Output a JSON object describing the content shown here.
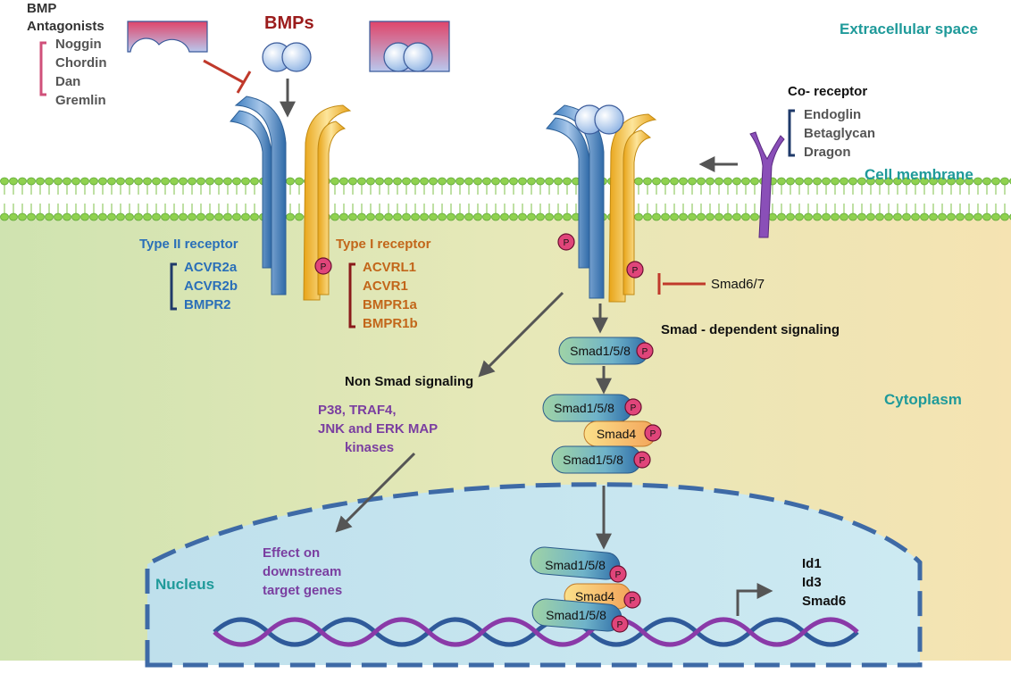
{
  "labels": {
    "extracellular": "Extracellular space",
    "cell_membrane": "Cell membrane",
    "cytoplasm": "Cytoplasm",
    "nucleus": "Nucleus"
  },
  "antagonists": {
    "title_line1": "BMP",
    "title_line2": "Antagonists",
    "items": [
      "Noggin",
      "Chordin",
      "Dan",
      "Gremlin"
    ]
  },
  "bmps": "BMPs",
  "coreceptor": {
    "title": "Co- receptor",
    "items": [
      "Endoglin",
      "Betaglycan",
      "Dragon"
    ]
  },
  "type2": {
    "title": "Type II receptor",
    "items": [
      "ACVR2a",
      "ACVR2b",
      "BMPR2"
    ]
  },
  "type1": {
    "title": "Type I receptor",
    "items": [
      "ACVRL1",
      "ACVR1",
      "BMPR1a",
      "BMPR1b"
    ]
  },
  "smad67": "Smad6/7",
  "smad_dependent": "Smad - dependent signaling",
  "non_smad": {
    "title": "Non Smad signaling",
    "line1": "P38, TRAF4,",
    "line2": "JNK and ERK MAP",
    "line3": "kinases"
  },
  "effect": {
    "line1": "Effect on",
    "line2": "downstream",
    "line3": "target genes"
  },
  "targets": [
    "Id1",
    "Id3",
    "Smad6"
  ],
  "smad": {
    "r_smad": "Smad1/5/8",
    "co_smad": "Smad4",
    "p": "P"
  },
  "colors": {
    "teal_label": "#1f9a9a",
    "blue_label": "#2a6fb8",
    "orange_label": "#c2661a",
    "purple_label": "#7a3ea0",
    "inhibitor_red": "#c0392b",
    "membrane_green": "#8fd14f"
  }
}
